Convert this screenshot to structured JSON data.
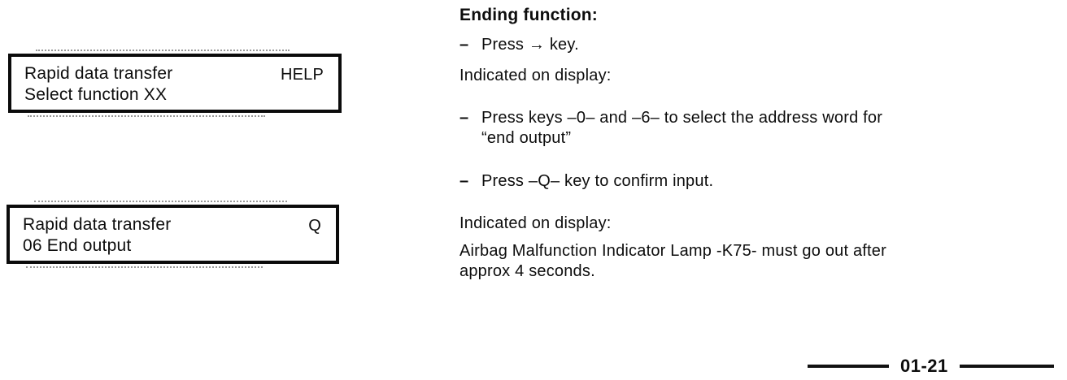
{
  "display_boxes": [
    {
      "line1": "Rapid data transfer",
      "line2": "Select function XX",
      "key": "HELP"
    },
    {
      "line1": "Rapid data transfer",
      "line2": "06 End output",
      "key": "Q"
    }
  ],
  "instructions": {
    "heading": "Ending function:",
    "step_press_arrow": {
      "bullet": "–",
      "text": "Press → key."
    },
    "indicated_on_display_1": "Indicated on display:",
    "step_press_keys": {
      "bullet": "–",
      "line1": "Press keys –0– and –6– to select the address word for",
      "line2": "“end output”"
    },
    "step_press_q": {
      "bullet": "–",
      "text": "Press –Q– key to confirm input."
    },
    "indicated_on_display_2": "Indicated on display:",
    "note": {
      "line1": "Airbag Malfunction Indicator Lamp -K75- must go out after",
      "line2": "approx 4 seconds."
    }
  },
  "footer": {
    "page_number": "01-21"
  }
}
